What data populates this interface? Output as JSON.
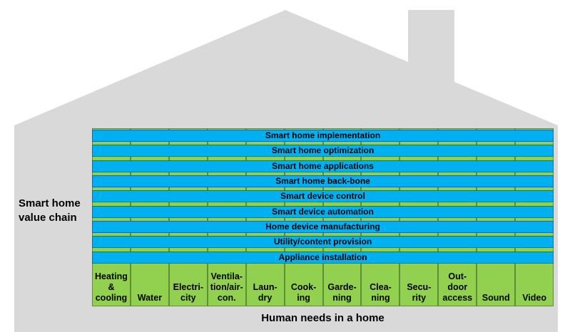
{
  "colors": {
    "house": "#d9d9d9",
    "layer": "#00b0f0",
    "column": "#92d050"
  },
  "side_label": {
    "line1": "Smart home",
    "line2": "value chain"
  },
  "layers": [
    "Smart home implementation",
    "Smart home optimization",
    "Smart home applications",
    "Smart home back-bone",
    "Smart device control",
    "Smart device automation",
    "Home device manufacturing",
    "Utility/content provision",
    "Appliance installation"
  ],
  "needs": [
    "Heating\n&\ncooling",
    "Water",
    "Electri-\ncity",
    "Ventila-\ntion/air-\ncon.",
    "Laun-\ndry",
    "Cook-\ning",
    "Garde-\nning",
    "Clea-\nning",
    "Secu-\nrity",
    "Out-\ndoor\naccess",
    "Sound",
    "Video"
  ],
  "bottom_label": "Human needs in a home"
}
